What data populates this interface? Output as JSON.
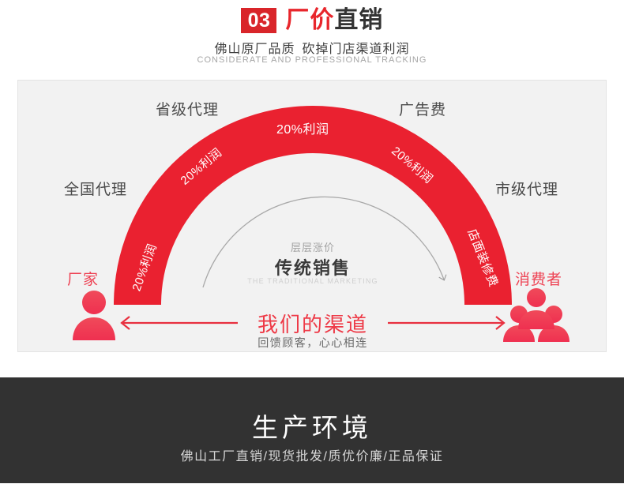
{
  "header": {
    "badge": "03",
    "title_red": "厂价",
    "title_dark": "直销",
    "subtitle_left": "佛山原厂品质",
    "subtitle_right": "砍掉门店渠道利润",
    "subtitle_en": "CONSIDERATE AND PROFESSIONAL TRACKING"
  },
  "diagram": {
    "outer_labels": {
      "national_agent": "全国代理",
      "provincial_agent": "省级代理",
      "ad_fee": "广告费",
      "city_agent": "市级代理"
    },
    "endpoints": {
      "factory": "厂家",
      "consumer": "消费者"
    },
    "arc_captions": [
      {
        "text": "20%利润",
        "position": "left-lower"
      },
      {
        "text": "20%利润",
        "position": "left-upper"
      },
      {
        "text": "20%利润",
        "position": "top"
      },
      {
        "text": "20%利润",
        "position": "right-upper"
      },
      {
        "text": "店面装修费",
        "position": "right-lower"
      }
    ],
    "center": {
      "small": "层层涨价",
      "big": "传统销售",
      "en": "THE TRADITIONAL MARKETING"
    },
    "channel": {
      "big": "我们的渠道",
      "sub": "回馈顾客，心心相连"
    }
  },
  "footer": {
    "title": "生产环境",
    "subtitle": "佛山工厂直销/现货批发/质优价廉/正品保证"
  },
  "colors": {
    "brand_red": "#e8262c",
    "badge_red": "#d9252a",
    "arc_red": "#ea2130",
    "accent_pink": "#ee4455",
    "panel_bg": "#f2f2f2",
    "footer_bg": "#323232"
  }
}
